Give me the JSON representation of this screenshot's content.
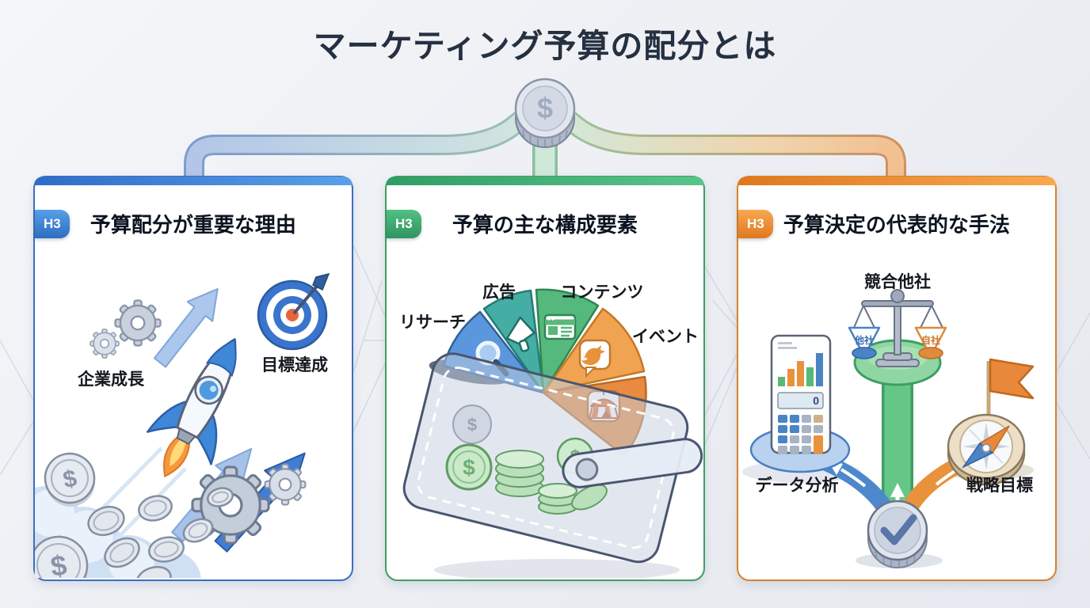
{
  "page": {
    "title": "マーケティング予算の配分とは"
  },
  "currency_symbol": "$",
  "accents": {
    "blue": "#3a6fc0",
    "green": "#3f9e63",
    "orange": "#d8822e"
  },
  "cards": [
    {
      "tag": "H3",
      "title": "予算配分が重要な理由",
      "labels": {
        "growth": "企業成長",
        "goal": "目標達成"
      }
    },
    {
      "tag": "H3",
      "title": "予算の主な構成要素",
      "labels": {
        "research": "リサーチ",
        "ads": "広告",
        "content": "コンテンツ",
        "event": "イベント"
      }
    },
    {
      "tag": "H3",
      "title": "予算決定の代表的な手法",
      "labels": {
        "competitors": "競合他社",
        "pan_left": "他社",
        "pan_right": "自社",
        "data": "データ分析",
        "strategy": "戦略目標"
      },
      "calc_display": "0"
    }
  ]
}
